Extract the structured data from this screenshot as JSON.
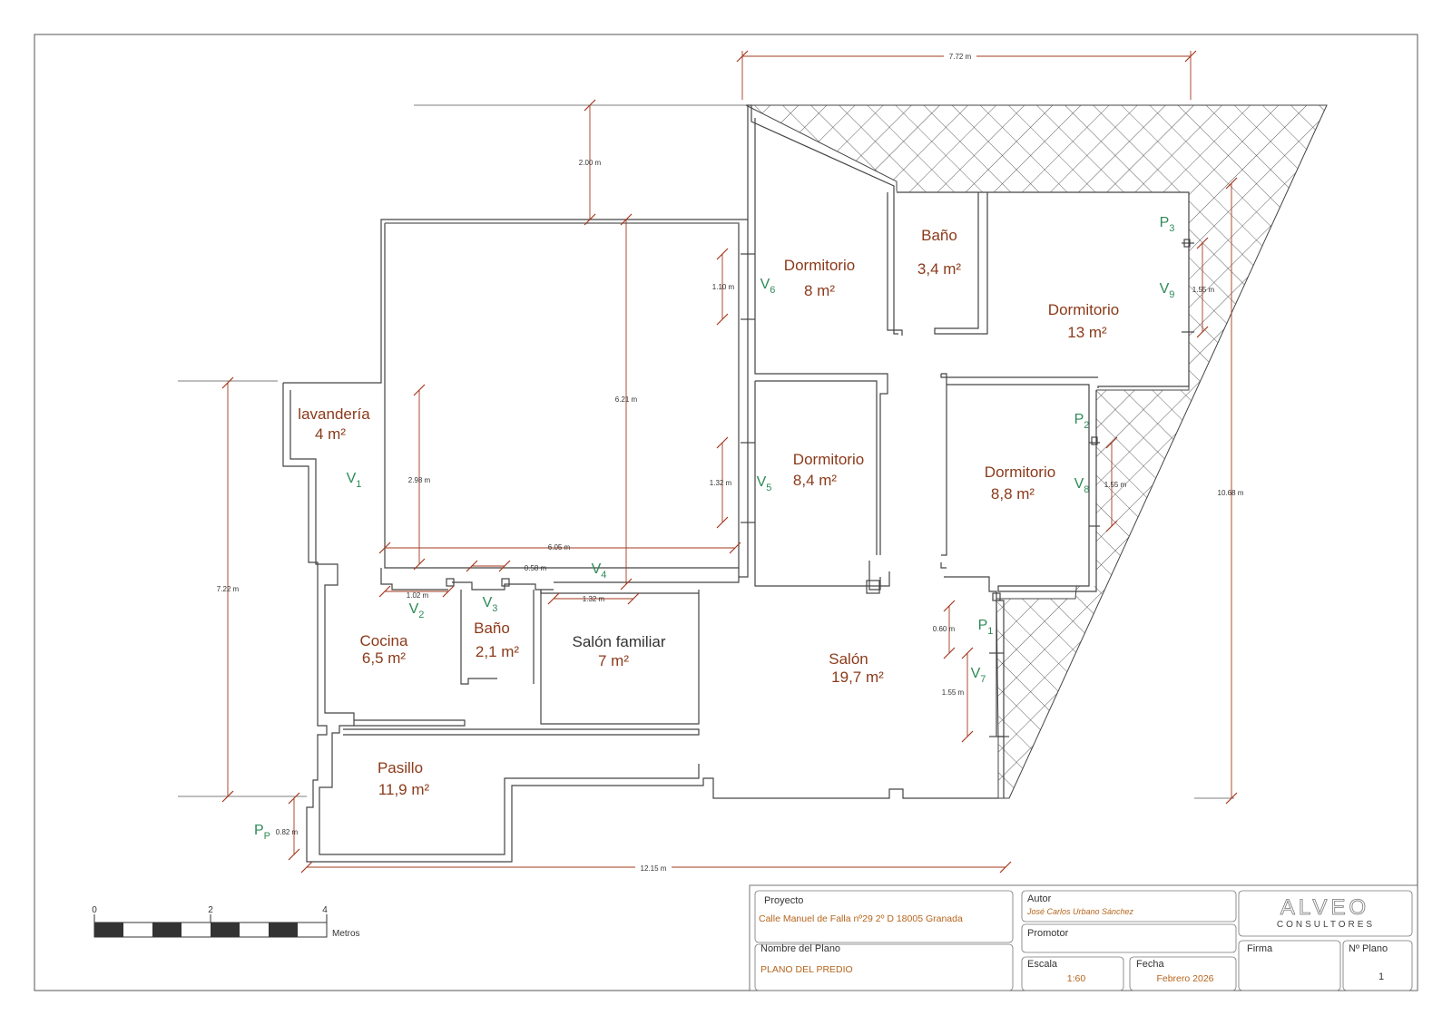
{
  "rooms": {
    "lavanderia": {
      "name": "lavandería",
      "area": "4 m²"
    },
    "cocina": {
      "name": "Cocina",
      "area": "6,5 m²"
    },
    "bano_small": {
      "name": "Baño",
      "area": "2,1 m²"
    },
    "salon_familiar": {
      "name": "Salón familiar",
      "area": "7 m²"
    },
    "pasillo": {
      "name": "Pasillo",
      "area": "11,9 m²"
    },
    "salon": {
      "name": "Salón",
      "area": "19,7 m²"
    },
    "dormitorio_8": {
      "name": "Dormitorio",
      "area": "8 m²"
    },
    "bano_top": {
      "name": "Baño",
      "area": "3,4 m²"
    },
    "dormitorio_13": {
      "name": "Dormitorio",
      "area": "13 m²"
    },
    "dormitorio_84": {
      "name": "Dormitorio",
      "area": "8,4 m²"
    },
    "dormitorio_88": {
      "name": "Dormitorio",
      "area": "8,8 m²"
    }
  },
  "markers": {
    "v1": {
      "base": "V",
      "sub": "1"
    },
    "v2": {
      "base": "V",
      "sub": "2"
    },
    "v3": {
      "base": "V",
      "sub": "3"
    },
    "v4": {
      "base": "V",
      "sub": "4"
    },
    "v5": {
      "base": "V",
      "sub": "5"
    },
    "v6": {
      "base": "V",
      "sub": "6"
    },
    "v7": {
      "base": "V",
      "sub": "7"
    },
    "v8": {
      "base": "V",
      "sub": "8"
    },
    "v9": {
      "base": "V",
      "sub": "9"
    },
    "p1": {
      "base": "P",
      "sub": "1"
    },
    "p2": {
      "base": "P",
      "sub": "2"
    },
    "p3": {
      "base": "P",
      "sub": "3"
    },
    "pp": {
      "base": "P",
      "sub": "P"
    }
  },
  "dimensions": {
    "top_width": "7.72 m",
    "setback": "2.00 m",
    "v6_width": "1.10 m",
    "patio_height": "6.21 m",
    "v9_width": "1.55 m",
    "right_height": "10.68 m",
    "v5_width": "1.32 m",
    "v8_width": "1.55 m",
    "left_height": "7.22 m",
    "lav_height": "2.98 m",
    "patio_width": "6.05 m",
    "v2_width": "1.02 m",
    "v3_width": "0.58 m",
    "v4_width": "1.32 m",
    "p1_width": "0.60 m",
    "v7_width": "1.55 m",
    "pp_width": "0.82 m",
    "bottom_width": "12.15 m"
  },
  "scale_bar": {
    "ticks": [
      "0",
      "2",
      "4"
    ],
    "unit": "Metros"
  },
  "title_block": {
    "proyecto_label": "Proyecto",
    "proyecto_value": "Calle Manuel de Falla nº29 2º D 18005 Granada",
    "autor_label": "Autor",
    "autor_value": "José Carlos Urbano Sánchez",
    "promotor_label": "Promotor",
    "nombre_label": "Nombre del Plano",
    "nombre_value": "PLANO DEL PREDIO",
    "escala_label": "Escala",
    "escala_value": "1:60",
    "fecha_label": "Fecha",
    "fecha_value": "Febrero 2026",
    "firma_label": "Firma",
    "nplano_label": "Nº Plano",
    "nplano_value": "1",
    "logo_text": "ALVEO",
    "logo_sub": "CONSULTORES"
  },
  "colors": {
    "room_text": "#8b3a1a",
    "marker_text": "#2e8b57",
    "dimension_line": "#a5381f"
  }
}
